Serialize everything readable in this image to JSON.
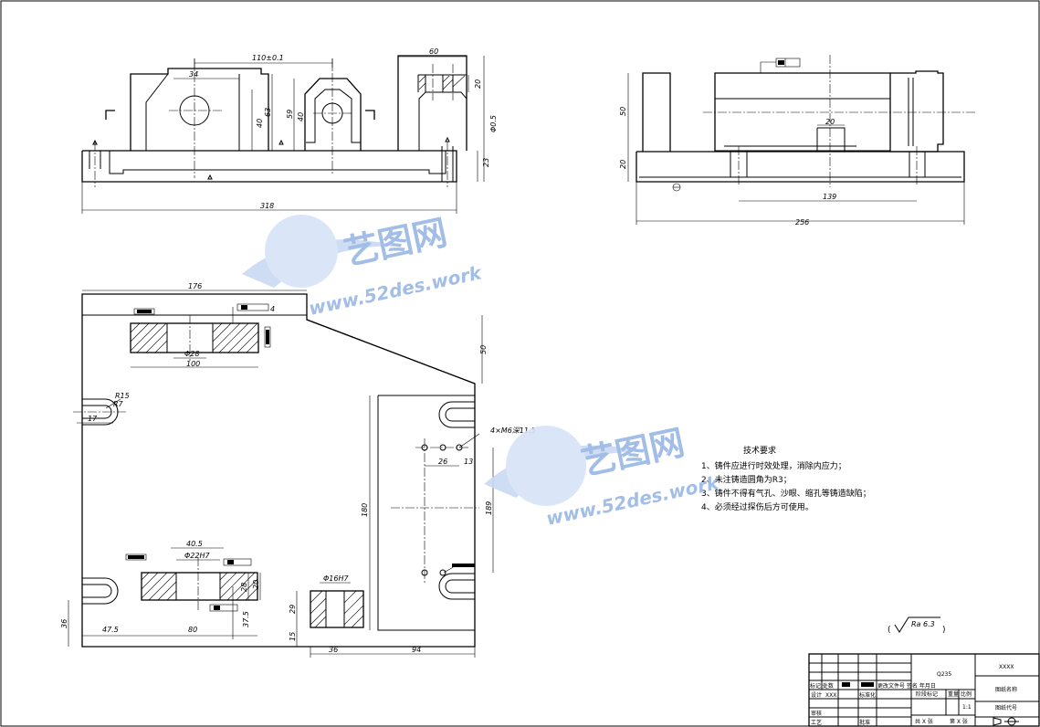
{
  "dimensions": {
    "d110": "110±0.1",
    "d60": "60",
    "d34": "34",
    "d40a": "40",
    "d63": "63",
    "d59": "59",
    "d40b": "40",
    "d20a": "20",
    "d805": "Φ0.5",
    "d23": "23",
    "d318": "318",
    "d50a": "50",
    "d20b": "20",
    "d20c": "20",
    "d139": "139",
    "d256": "256",
    "d176": "176",
    "d50b": "50",
    "d28": "Φ28",
    "d100": "100",
    "d4": "4",
    "dR15": "R15",
    "dR7": "R7",
    "d17": "17",
    "d4xM6": "4×M6深11.5",
    "d26": "26",
    "d13": "13",
    "d180": "180",
    "d189": "189",
    "d405": "40.5",
    "d22H7": "Φ22H7",
    "d20d": "20",
    "d28b": "28",
    "d375": "37.5",
    "d36a": "36",
    "d475": "47.5",
    "d80": "80",
    "d36b": "36",
    "d94": "94",
    "d16H7": "Φ16H7",
    "d29": "29",
    "d15": "15"
  },
  "tech": {
    "title": "技术要求",
    "items": [
      "1、铸件应进行时效处理，消除内应力；",
      "2、未注铸造圆角为R3；",
      "3、铸件不得有气孔、沙眼、缩孔等铸造缺陷；",
      "4、必须经过探伤后方可使用。"
    ]
  },
  "roughness": "Ra 6.3",
  "watermark": {
    "cn": "艺图网",
    "url": "www.52des.work"
  },
  "titleblock": {
    "material": "Q235",
    "company": "XXXX",
    "drawing_name": "图纸名称",
    "drawing_no": "图纸代号",
    "mark": "阶段标记",
    "weight": "重量",
    "scale_label": "比例",
    "scale": "1:1",
    "designer_label": "设计",
    "designer": "XXX",
    "standard_label": "标准化",
    "review_label": "审核",
    "craft_label": "工艺",
    "approve_label": "批准",
    "row_labels": "标记 处数",
    "row_labels2": "更改文件号 签名 年月日",
    "sheet_total": "共 X 张",
    "sheet_no": "第 X 张"
  }
}
